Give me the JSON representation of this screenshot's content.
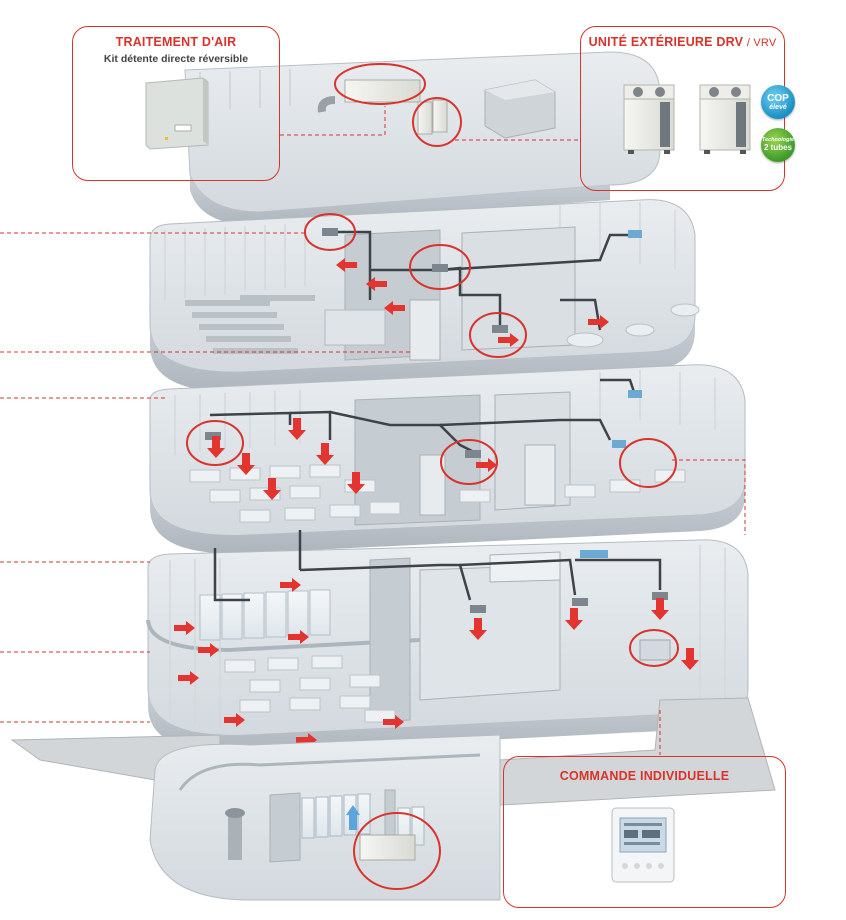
{
  "callouts": {
    "air_treatment": {
      "title": "TRAITEMENT D'AIR",
      "subtitle": "Kit détente directe réversible"
    },
    "outdoor_unit": {
      "title_main": "UNITÉ EXTÉRIEURE DRV",
      "title_suffix": "/ VRV",
      "badge_cop_line1": "COP",
      "badge_cop_line2": "élevé",
      "badge_tech_line1": "Technologie",
      "badge_tech_line2": "2 tubes"
    },
    "individual_control": {
      "title": "COMMANDE INDIVIDUELLE"
    }
  },
  "colors": {
    "accent": "#d9332b",
    "floor": "#dfe4e8",
    "wall": "#eef1f3",
    "duct": "#4a4f55",
    "air_arrow": "#e3342f"
  },
  "icons": [
    "air-flow-arrow",
    "highlight-circle",
    "indoor-unit-cassette",
    "outdoor-unit",
    "remote-controller"
  ]
}
